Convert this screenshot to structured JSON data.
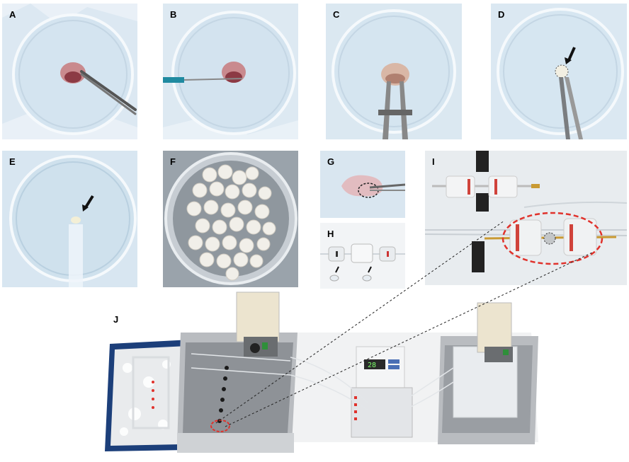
{
  "panels": [
    {
      "id": "a",
      "label": "A",
      "description": "petri-dish-forceps-brain"
    },
    {
      "id": "b",
      "label": "B",
      "description": "petri-dish-blade-brain"
    },
    {
      "id": "c",
      "label": "C",
      "description": "petri-dish-tweezers-brain"
    },
    {
      "id": "d",
      "label": "D",
      "description": "petri-dish-tissue-disk"
    },
    {
      "id": "e",
      "label": "E",
      "description": "petri-dish-punch"
    },
    {
      "id": "f",
      "label": "F",
      "description": "dish-of-disks"
    },
    {
      "id": "g",
      "label": "G",
      "description": "tissue-sampling"
    },
    {
      "id": "h",
      "label": "H",
      "description": "chamber-parts"
    },
    {
      "id": "i",
      "label": "I",
      "description": "perfusion-chamber"
    },
    {
      "id": "j",
      "label": "J",
      "description": "water-bath-setup"
    }
  ],
  "pump_display": "28",
  "colors": {
    "ice_blue": "#dfe9f3",
    "highlight_red": "#e0322c",
    "tray_blue": "#1c3f7a",
    "steel": "#b9bcc0"
  }
}
